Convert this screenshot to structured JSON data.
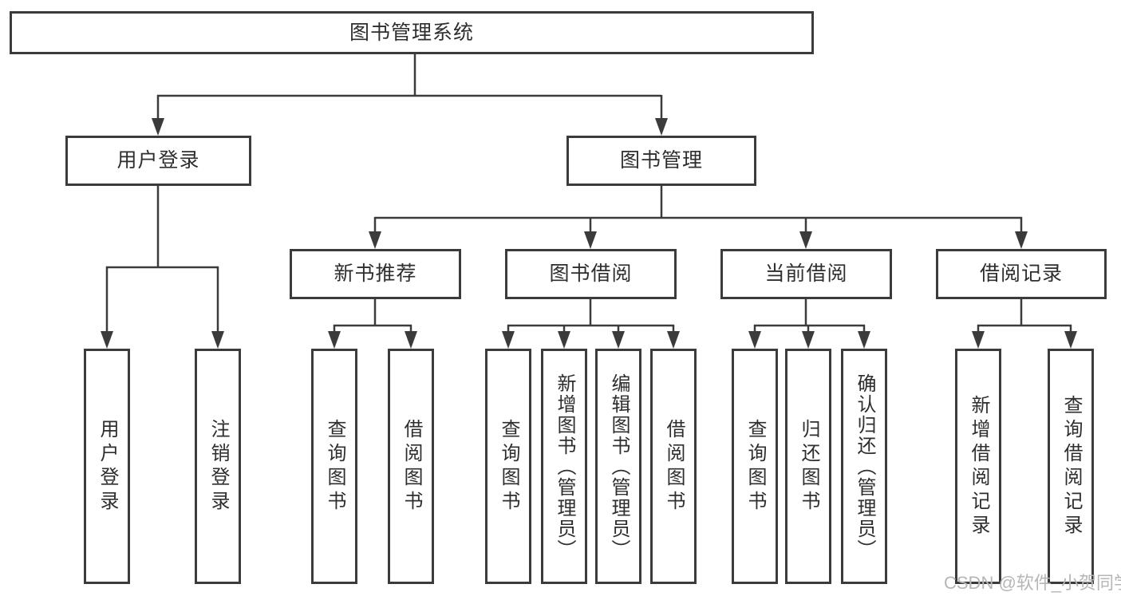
{
  "diagram": {
    "type": "hierarchy-tree",
    "orientation": "top-down",
    "colors": {
      "line": "#3b3b3b",
      "box_border": "#3b3b3b",
      "box_fill": "#ffffff",
      "text": "#2e2e2e",
      "watermark": "#b6b6b6",
      "background": "#ffffff"
    }
  },
  "tree": {
    "label": "图书管理系统",
    "children": [
      {
        "label": "用户登录",
        "children": [
          {
            "label": "用户登录"
          },
          {
            "label": "注销登录"
          }
        ]
      },
      {
        "label": "图书管理",
        "children": [
          {
            "label": "新书推荐",
            "children": [
              {
                "label": "查询图书"
              },
              {
                "label": "借阅图书"
              }
            ]
          },
          {
            "label": "图书借阅",
            "children": [
              {
                "label": "查询图书"
              },
              {
                "label": "新增图书（管理员）"
              },
              {
                "label": "编辑图书（管理员）"
              },
              {
                "label": "借阅图书"
              }
            ]
          },
          {
            "label": "当前借阅",
            "children": [
              {
                "label": "查询图书"
              },
              {
                "label": "归还图书"
              },
              {
                "label": "确认归还（管理员）"
              }
            ]
          },
          {
            "label": "借阅记录",
            "children": [
              {
                "label": "新增借阅记录"
              },
              {
                "label": "查询借阅记录"
              }
            ]
          }
        ]
      }
    ]
  },
  "watermark": {
    "text": "CSDN @软件_小贺同学"
  }
}
